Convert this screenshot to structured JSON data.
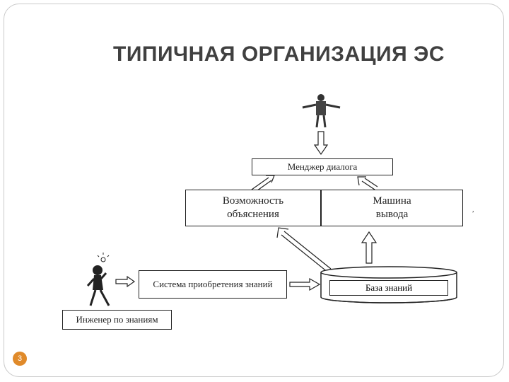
{
  "slide": {
    "title": "ТИПИЧНАЯ ОРГАНИЗАЦИЯ ЭС",
    "page_number": "3",
    "accent_color": "#e08a2a"
  },
  "diagram": {
    "dialog_manager": "Менджер диалога",
    "explanation_line1": "Возможность",
    "explanation_line2": "объяснения",
    "inference_line1": "Машина",
    "inference_line2": "вывода",
    "knowledge_acquisition": "Система приобретения знаний",
    "knowledge_base": "База знаний",
    "knowledge_engineer": "Инженер по знаниям",
    "stray_mark": ","
  }
}
